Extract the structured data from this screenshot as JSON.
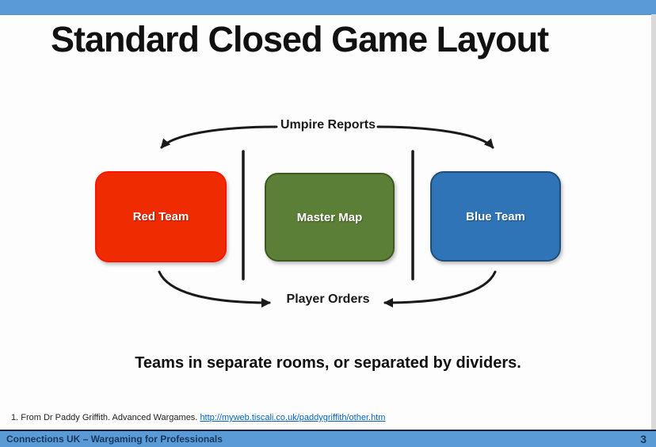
{
  "slide": {
    "title": "Standard Closed Game Layout",
    "diagram": {
      "top_flow_label": "Umpire Reports",
      "bottom_flow_label": "Player Orders",
      "boxes": [
        {
          "id": "red-team",
          "label": "Red Team",
          "fill": "#ee2b01",
          "border": "#fb1500",
          "text_color": "#ffffff"
        },
        {
          "id": "master-map",
          "label": "Master Map",
          "fill": "#5c7f37",
          "border": "#3e5a20",
          "text_color": "#ffffff"
        },
        {
          "id": "blue-team",
          "label": "Blue Team",
          "fill": "#2e74b6",
          "border": "#1f4e79",
          "text_color": "#ffffff"
        }
      ],
      "arrow_color": "#1a1a1a"
    },
    "caption": "Teams in separate rooms, or separated by dividers.",
    "footnote": {
      "prefix": "1. From Dr Paddy Griffith. Advanced Wargames. ",
      "link_text": "http://myweb.tiscali.co.uk/paddygriffith/other.htm",
      "link_color": "#0563c1"
    }
  },
  "footer": {
    "left_text": "Connections UK – Wargaming for Professionals",
    "page_number": "3",
    "bar_color": "#5b9bd5",
    "text_color": "#17375e"
  },
  "theme": {
    "top_bar_color": "#5b9bd5",
    "background": "#fdfdfd"
  }
}
